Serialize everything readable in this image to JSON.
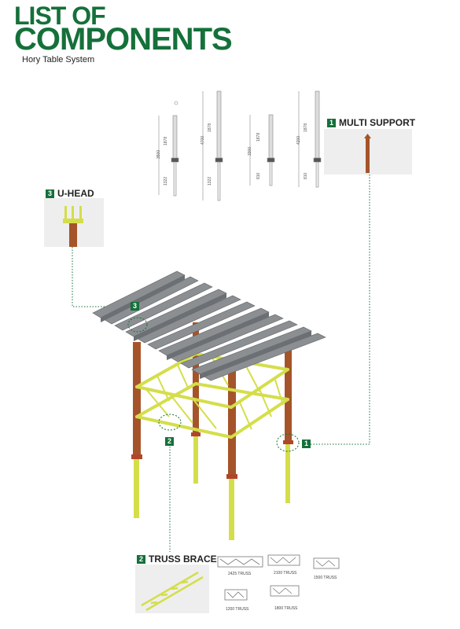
{
  "header": {
    "title_line1": "LIST OF",
    "title_line2": "COMPONENTS",
    "subtitle": "Hory Table System"
  },
  "components": [
    {
      "number": "1",
      "name": "MULTI SUPPORT"
    },
    {
      "number": "2",
      "name": "TRUSS BRACE"
    },
    {
      "number": "3",
      "name": "U-HEAD"
    }
  ],
  "callouts": {
    "multi_support": "1",
    "truss_brace": "2",
    "u_head": "3"
  },
  "support_dims": [
    {
      "total": "3500",
      "upper": "1878",
      "lower": "1322"
    },
    {
      "total": "4700",
      "upper": "1878",
      "lower": "1322"
    },
    {
      "total": "3300",
      "upper": "1878",
      "lower": "810"
    },
    {
      "total": "4200",
      "upper": "1878",
      "lower": "810"
    }
  ],
  "trusses": [
    {
      "label": "2425 TRUSS"
    },
    {
      "label": "2100 TRUSS"
    },
    {
      "label": "1500 TRUSS"
    },
    {
      "label": "1200 TRUSS"
    },
    {
      "label": "1800 TRUSS"
    }
  ],
  "colors": {
    "brand": "#15703a",
    "yellow": "#d4de4a",
    "rust": "#a5542a",
    "gray": "#8c8f92"
  }
}
